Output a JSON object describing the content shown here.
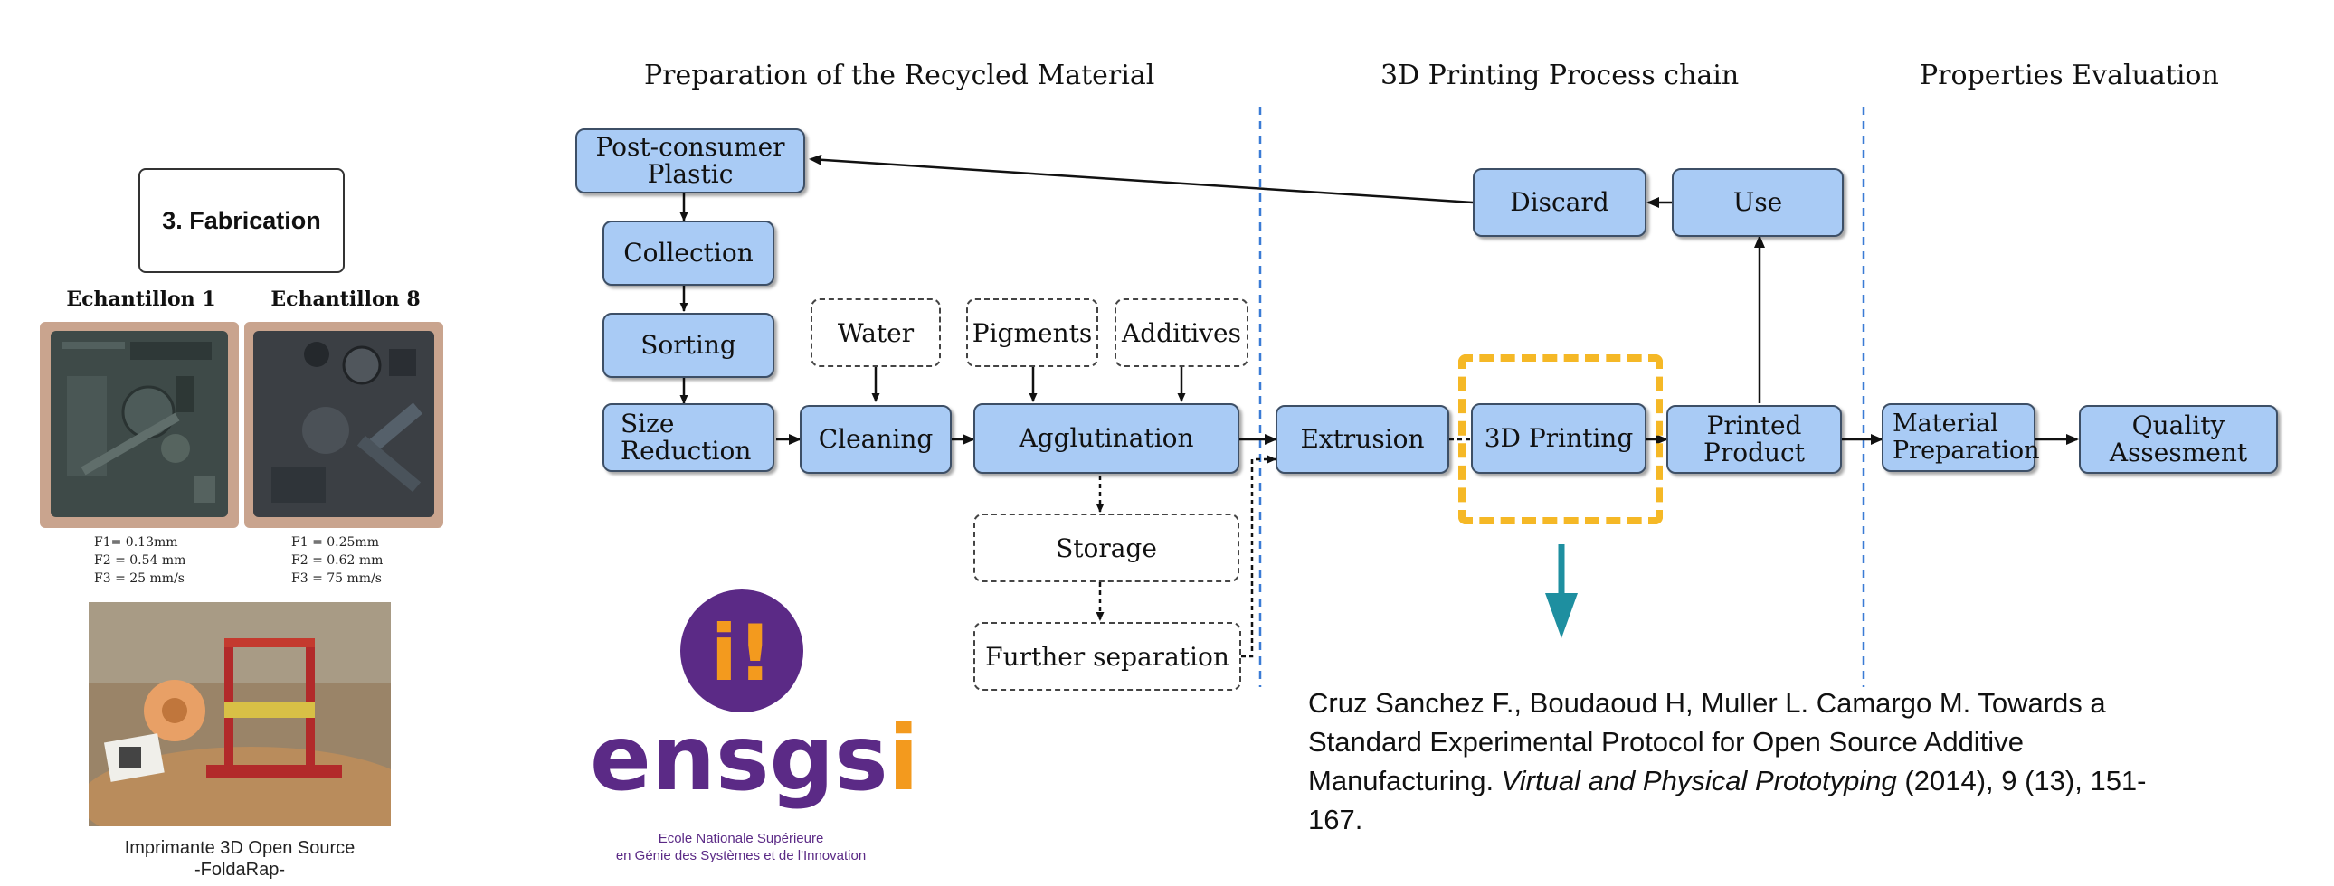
{
  "left_panel": {
    "fabrication_label": "3. Fabrication",
    "samples": [
      {
        "title": "Echantillon 1",
        "params": [
          "F1= 0.13mm",
          "F2 = 0.54 mm",
          "F3 = 25 mm/s"
        ]
      },
      {
        "title": "Echantillon 8",
        "params": [
          "F1 = 0.25mm",
          "F2 = 0.62 mm",
          "F3 = 75 mm/s"
        ]
      }
    ],
    "printer_caption_line1": "Imprimante 3D Open Source",
    "printer_caption_line2": "-FoldaRap-"
  },
  "logo": {
    "mark": "i!",
    "name": "ensgsi",
    "subtitle_line1": "Ecole Nationale Supérieure",
    "subtitle_line2": "en Génie des Systèmes et de l'Innovation",
    "colors": {
      "purple": "#5b2a86",
      "orange": "#f39a1e"
    }
  },
  "diagram": {
    "sections": [
      "Preparation of the Recycled Material",
      "3D Printing Process chain",
      "Properties Evaluation"
    ],
    "nodes": {
      "post_consumer": "Post-consumer\nPlastic",
      "collection": "Collection",
      "sorting": "Sorting",
      "size_reduction": "Size\nReduction",
      "cleaning": "Cleaning",
      "agglutination": "Agglutination",
      "extrusion": "Extrusion",
      "printing": "3D Printing",
      "printed_product": "Printed\nProduct",
      "discard": "Discard",
      "use": "Use",
      "material_preparation": "Material\nPreparation",
      "quality": "Quality\nAssesment"
    },
    "dashed_nodes": {
      "water": "Water",
      "pigments": "Pigments",
      "additives": "Additives",
      "storage": "Storage",
      "further_separation": "Further separation"
    },
    "colors": {
      "node_fill": "#a9cbf5",
      "node_border": "#3d4f66",
      "divider": "#3a7bd5",
      "highlight": "#f5b826",
      "arrow_teal": "#1e8fa0"
    }
  },
  "reference": {
    "text_before": "Cruz Sanchez F., Boudaoud H, Muller L. Camargo M. Towards a Standard Experimental Protocol for Open Source Additive Manufacturing. ",
    "journal": "Virtual and Physical Prototyping",
    "text_after": " (2014), 9 (13), 151-167."
  }
}
